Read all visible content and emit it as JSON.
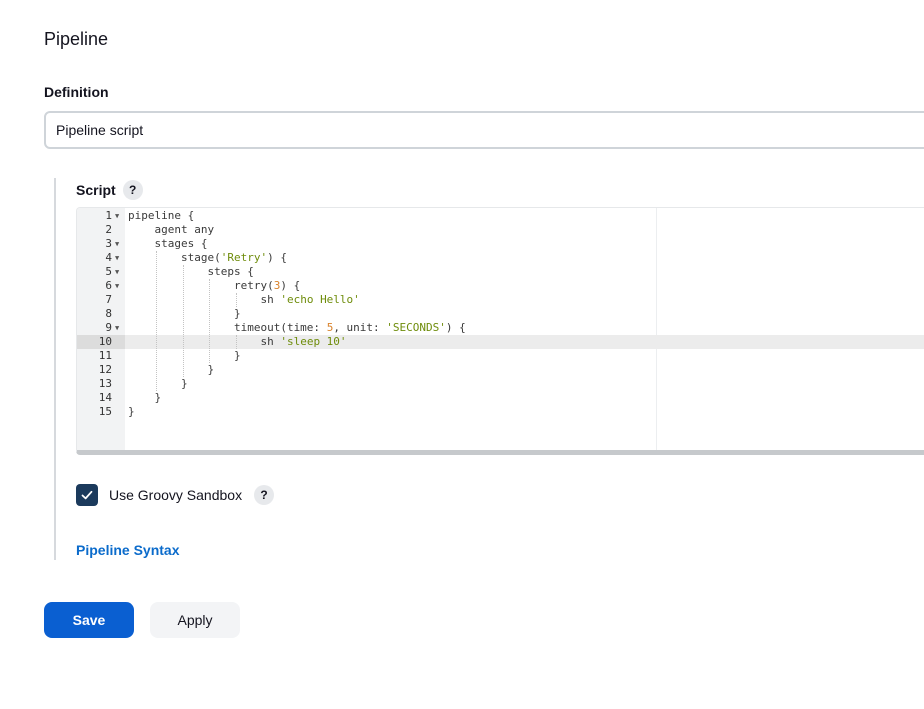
{
  "pipeline": {
    "section_title": "Pipeline",
    "definition_label": "Definition",
    "definition_value": "Pipeline script",
    "script_label": "Script",
    "help_glyph": "?",
    "code_lines": [
      {
        "n": "1",
        "fold": true,
        "tokens": [
          {
            "t": "pipeline {",
            "c": "plain"
          }
        ]
      },
      {
        "n": "2",
        "fold": false,
        "tokens": [
          {
            "t": "    agent any",
            "c": "plain"
          }
        ]
      },
      {
        "n": "3",
        "fold": true,
        "tokens": [
          {
            "t": "    stages {",
            "c": "plain"
          }
        ]
      },
      {
        "n": "4",
        "fold": true,
        "tokens": [
          {
            "t": "        stage(",
            "c": "plain"
          },
          {
            "t": "'Retry'",
            "c": "str"
          },
          {
            "t": ") {",
            "c": "plain"
          }
        ]
      },
      {
        "n": "5",
        "fold": true,
        "tokens": [
          {
            "t": "            steps {",
            "c": "plain"
          }
        ]
      },
      {
        "n": "6",
        "fold": true,
        "tokens": [
          {
            "t": "                retry(",
            "c": "plain"
          },
          {
            "t": "3",
            "c": "num"
          },
          {
            "t": ") {",
            "c": "plain"
          }
        ]
      },
      {
        "n": "7",
        "fold": false,
        "tokens": [
          {
            "t": "                    sh ",
            "c": "plain"
          },
          {
            "t": "'echo Hello'",
            "c": "str"
          }
        ]
      },
      {
        "n": "8",
        "fold": false,
        "tokens": [
          {
            "t": "                }",
            "c": "plain"
          }
        ]
      },
      {
        "n": "9",
        "fold": true,
        "tokens": [
          {
            "t": "                timeout(time: ",
            "c": "plain"
          },
          {
            "t": "5",
            "c": "num"
          },
          {
            "t": ", unit: ",
            "c": "plain"
          },
          {
            "t": "'SECONDS'",
            "c": "str"
          },
          {
            "t": ") {",
            "c": "plain"
          }
        ]
      },
      {
        "n": "10",
        "fold": false,
        "active": true,
        "tokens": [
          {
            "t": "                    sh ",
            "c": "plain"
          },
          {
            "t": "'sleep 10'",
            "c": "str"
          }
        ]
      },
      {
        "n": "11",
        "fold": false,
        "tokens": [
          {
            "t": "                }",
            "c": "plain"
          }
        ]
      },
      {
        "n": "12",
        "fold": false,
        "tokens": [
          {
            "t": "            }",
            "c": "plain"
          }
        ]
      },
      {
        "n": "13",
        "fold": false,
        "tokens": [
          {
            "t": "        }",
            "c": "plain"
          }
        ]
      },
      {
        "n": "14",
        "fold": false,
        "tokens": [
          {
            "t": "    }",
            "c": "plain"
          }
        ]
      },
      {
        "n": "15",
        "fold": false,
        "tokens": [
          {
            "t": "}",
            "c": "plain"
          }
        ]
      }
    ],
    "sandbox_label": "Use Groovy Sandbox",
    "sandbox_checked": true,
    "syntax_link": "Pipeline Syntax"
  },
  "actions": {
    "save_label": "Save",
    "apply_label": "Apply"
  },
  "colors": {
    "primary": "#0a5fd1",
    "link": "#0b6bcb",
    "checkbox": "#1b3a5c",
    "string_token": "#6e8c0a",
    "number_token": "#d9822b"
  }
}
